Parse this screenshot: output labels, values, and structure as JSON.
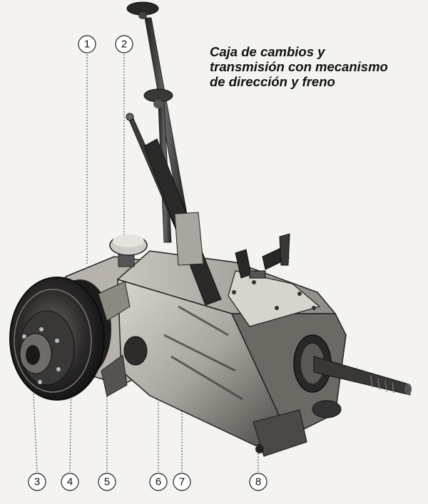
{
  "caption": {
    "lines": [
      "Caja de cambios y",
      "transmisión con mecanismo",
      "de dirección y freno"
    ]
  },
  "callouts": [
    {
      "id": "c1",
      "label": "1"
    },
    {
      "id": "c2",
      "label": "2"
    },
    {
      "id": "c3",
      "label": "3"
    },
    {
      "id": "c4",
      "label": "4"
    },
    {
      "id": "c5",
      "label": "5"
    },
    {
      "id": "c6",
      "label": "6"
    },
    {
      "id": "c7",
      "label": "7"
    },
    {
      "id": "c8",
      "label": "8"
    }
  ]
}
